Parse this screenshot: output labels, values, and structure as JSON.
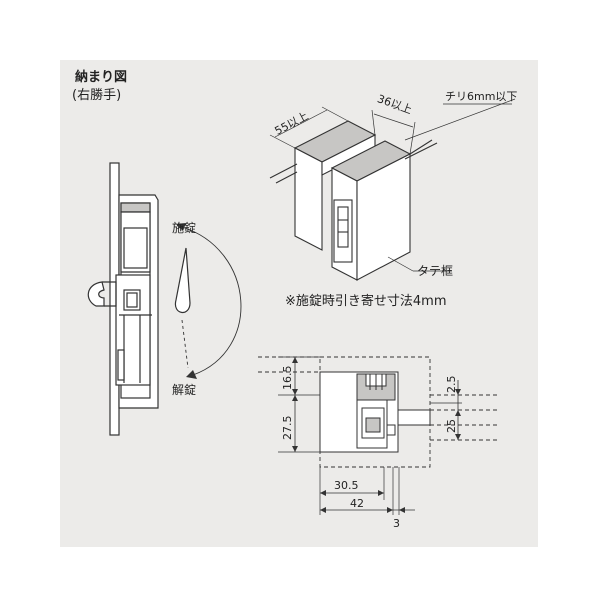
{
  "title": "納まり図",
  "subtitle": "(右勝手)",
  "lock_label": "施錠",
  "unlock_label": "解錠",
  "dim_55": "55以上",
  "dim_36": "36以上",
  "chiri_label": "チリ6mm以下",
  "tate_label": "タテ框",
  "note": "※施錠時引き寄せ寸法4mm",
  "dims": {
    "d16_5": "16.5",
    "d27_5": "27.5",
    "d2_5": "2.5",
    "d25": "25",
    "d30_5": "30.5",
    "d42": "42",
    "d3": "3"
  },
  "colors": {
    "panel_bg": "#ecebe9",
    "line": "#333333",
    "gray_fill": "#c7c6c4"
  }
}
